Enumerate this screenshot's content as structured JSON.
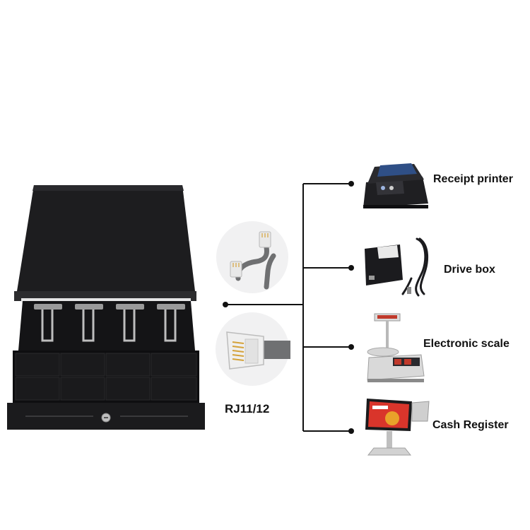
{
  "connector": {
    "label": "RJ11/12"
  },
  "devices": [
    {
      "id": "receipt-printer",
      "label": "Receipt printer",
      "icon": "receipt-printer-icon"
    },
    {
      "id": "drive-box",
      "label": "Drive box",
      "icon": "drive-box-icon"
    },
    {
      "id": "electronic-scale",
      "label": "Electronic scale",
      "icon": "electronic-scale-icon"
    },
    {
      "id": "cash-register",
      "label": "Cash Register",
      "icon": "cash-register-icon"
    }
  ],
  "colors": {
    "drawer_body": "#1c1c1e",
    "line": "#111111",
    "cable": "#6f7072",
    "printer_lid": "#2f4f86",
    "register_screen": "#d9352b"
  }
}
